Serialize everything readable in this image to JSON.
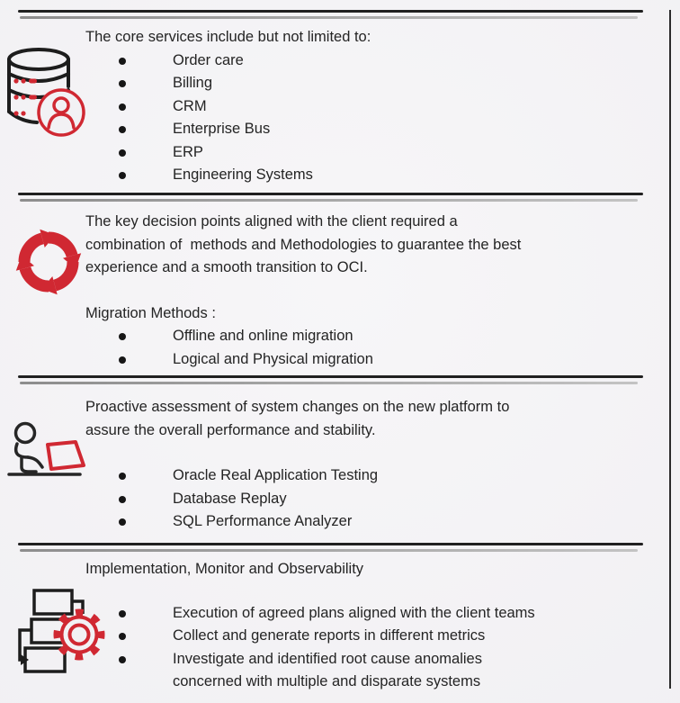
{
  "page": {
    "background_color": "#f1f0f3",
    "accent_red": "#d02832",
    "icon_black": "#1d1d1d",
    "text_color": "#242424",
    "divider_dark": "#202020",
    "divider_gray": "#a8a8a8"
  },
  "sections": [
    {
      "icon": "database-user-icon",
      "header": "The core services include but not limited to:",
      "bullets": [
        "Order care",
        "Billing",
        "CRM",
        "Enterprise Bus",
        "ERP",
        "Engineering Systems"
      ]
    },
    {
      "icon": "refresh-cycle-icon",
      "paragraph": "The key decision points aligned with the client required a\ncombination of  methods and Methodologies to guarantee the best\nexperience and a smooth transition to OCI.",
      "subheader": "Migration Methods :",
      "bullets": [
        "Offline and online migration",
        "Logical and Physical migration"
      ]
    },
    {
      "icon": "person-laptop-icon",
      "paragraph": "Proactive assessment of system changes on the new platform to\nassure the overall performance and stability.",
      "bullets": [
        "Oracle Real Application Testing",
        "Database Replay",
        "SQL Performance Analyzer"
      ]
    },
    {
      "icon": "flowchart-gear-icon",
      "header": "Implementation, Monitor and Observability",
      "bullets": [
        "Execution of agreed plans aligned with the client teams",
        "Collect and generate reports in different metrics",
        "Investigate and identified root cause anomalies\nconcerned with multiple and disparate systems"
      ]
    }
  ]
}
